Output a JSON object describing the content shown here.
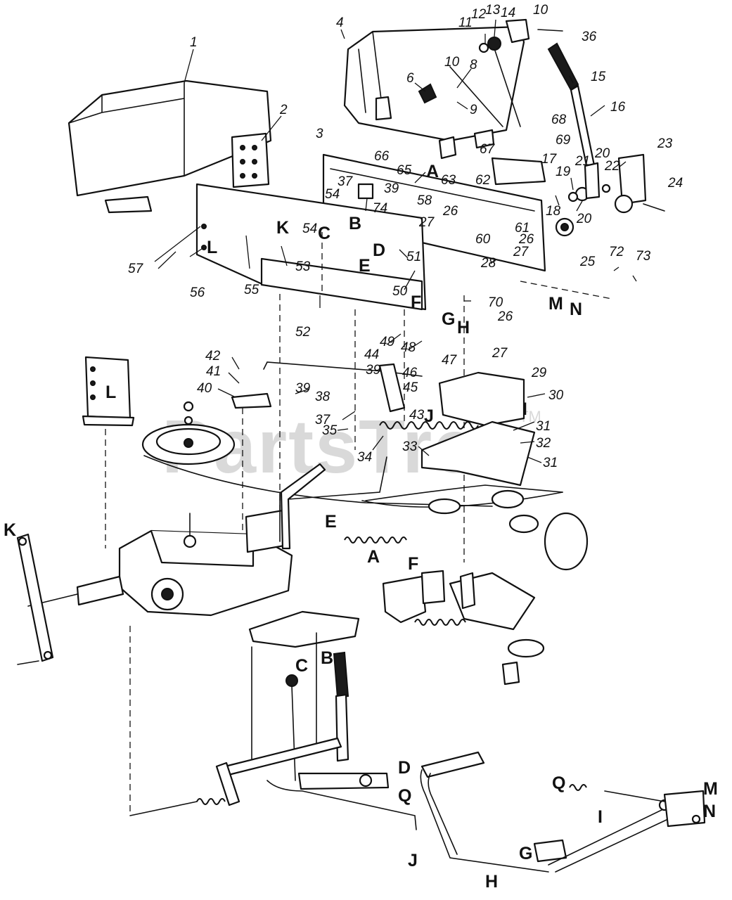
{
  "watermark": {
    "text": "PartsTree",
    "mark": "TM"
  },
  "callouts": {
    "n1": "1",
    "n2": "2",
    "n3": "3",
    "n4": "4",
    "n6": "6",
    "n8": "8",
    "n9": "9",
    "n10a": "10",
    "n10b": "10",
    "n11": "11",
    "n12": "12",
    "n13": "13",
    "n14": "14",
    "n15": "15",
    "n16": "16",
    "n17": "17",
    "n18": "18",
    "n19": "19",
    "n20a": "20",
    "n20b": "20",
    "n21": "21",
    "n22": "22",
    "n23": "23",
    "n24": "24",
    "n25": "25",
    "n26a": "26",
    "n26b": "26",
    "n26c": "26",
    "n27a": "27",
    "n27b": "27",
    "n27c": "27",
    "n28": "28",
    "n29": "29",
    "n30": "30",
    "n31a": "31",
    "n31b": "31",
    "n32": "32",
    "n33": "33",
    "n34": "34",
    "n35": "35",
    "n36": "36",
    "n37a": "37",
    "n37b": "37",
    "n38": "38",
    "n39a": "39",
    "n39b": "39",
    "n39c": "39",
    "n40": "40",
    "n41": "41",
    "n42": "42",
    "n43": "43",
    "n44": "44",
    "n45": "45",
    "n46": "46",
    "n47": "47",
    "n48": "48",
    "n49": "49",
    "n50": "50",
    "n51": "51",
    "n52": "52",
    "n53": "53",
    "n54a": "54",
    "n54b": "54",
    "n55": "55",
    "n56": "56",
    "n57": "57",
    "n58": "58",
    "n60": "60",
    "n61": "61",
    "n62": "62",
    "n63": "63",
    "n65": "65",
    "n66": "66",
    "n67": "67",
    "n68": "68",
    "n69": "69",
    "n70": "70",
    "n72": "72",
    "n73": "73",
    "n74": "74"
  },
  "letters": {
    "A1": "A",
    "A2": "A",
    "B1": "B",
    "B2": "B",
    "C1": "C",
    "C2": "C",
    "D1": "D",
    "D2": "D",
    "E1": "E",
    "E2": "E",
    "F1": "F",
    "F2": "F",
    "G1": "G",
    "G2": "G",
    "H1": "H",
    "H2": "H",
    "I1": "I",
    "I2": "I",
    "J1": "J",
    "J2": "J",
    "K1": "K",
    "K2": "K",
    "L1": "L",
    "L2": "L",
    "M1": "M",
    "M2": "M",
    "N1": "N",
    "N2": "N",
    "Q1": "Q",
    "Q2": "Q"
  }
}
